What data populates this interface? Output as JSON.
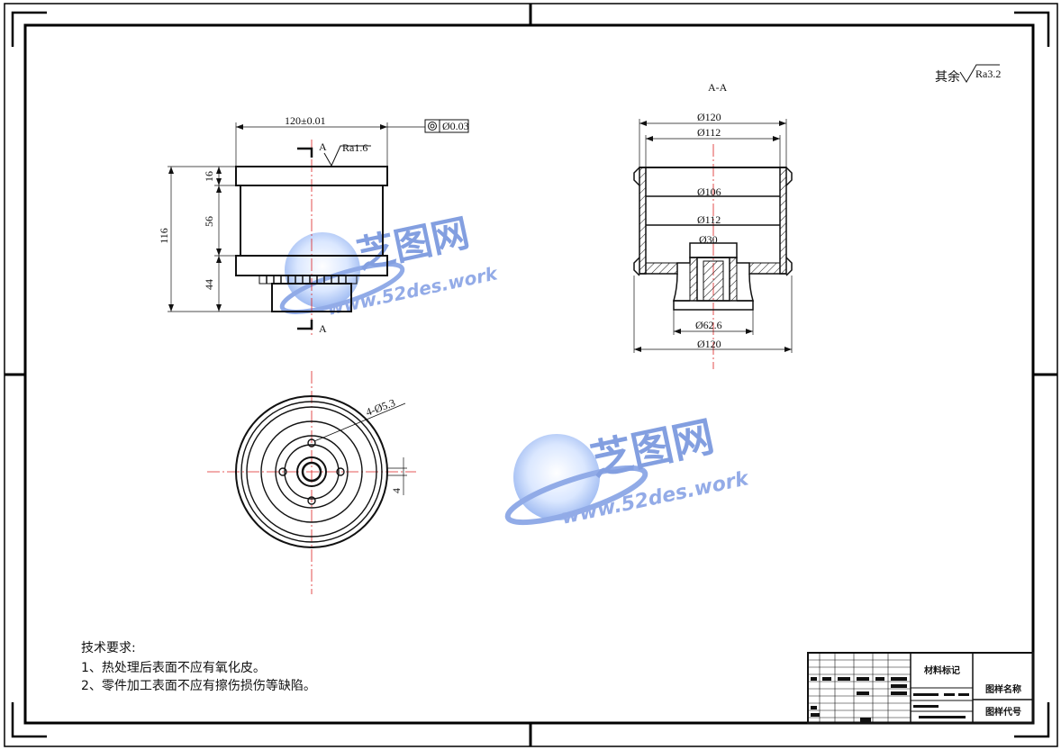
{
  "roughness_note": {
    "label": "其余",
    "value": "Ra3.2"
  },
  "section_mark": "A-A",
  "front_view": {
    "width_dim": "120±0.01",
    "concentricity": "Ø0.03",
    "surface_finish": "Ra1.6",
    "height_total": "116",
    "height_top": "16",
    "height_mid": "56",
    "height_bottom": "44",
    "section_letter": "A"
  },
  "section_view": {
    "dia_outer_top": "Ø120",
    "dia_inner_top": "Ø112",
    "dia_106": "Ø106",
    "dia_112": "Ø112",
    "dia_30": "Ø30",
    "dia_62": "Ø62.6",
    "dia_outer_bottom": "Ø120"
  },
  "bottom_view": {
    "holes": "4-Ø5.3",
    "offset": "4"
  },
  "tech_req": {
    "title": "技术要求:",
    "items": [
      "1、热处理后表面不应有氧化皮。",
      "2、零件加工表面不应有擦伤损伤等缺陷。"
    ]
  },
  "title_block": {
    "material": "材料标记",
    "drawing_name": "图样名称",
    "drawing_code": "图样代号"
  },
  "watermark": {
    "brand": "芝图网",
    "url": "www.52des.work"
  }
}
